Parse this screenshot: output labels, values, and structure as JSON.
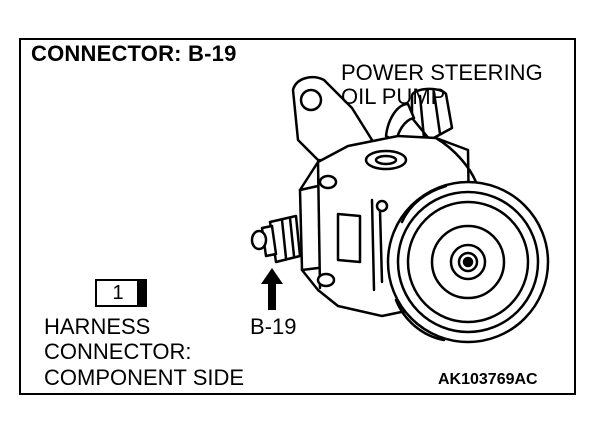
{
  "figure": {
    "title": "CONNECTOR: B-19",
    "component_label_line1": "POWER STEERING",
    "component_label_line2": "OIL PUMP",
    "connector_pin": "1",
    "harness_line1": "HARNESS",
    "harness_line2": "CONNECTOR:",
    "harness_line3": "COMPONENT SIDE",
    "connector_callout": "B-19",
    "figure_code": "AK103769AC"
  },
  "colors": {
    "ink": "#000000",
    "paper": "#ffffff"
  },
  "icons": {
    "callout_arrow": "arrow-up-icon"
  }
}
